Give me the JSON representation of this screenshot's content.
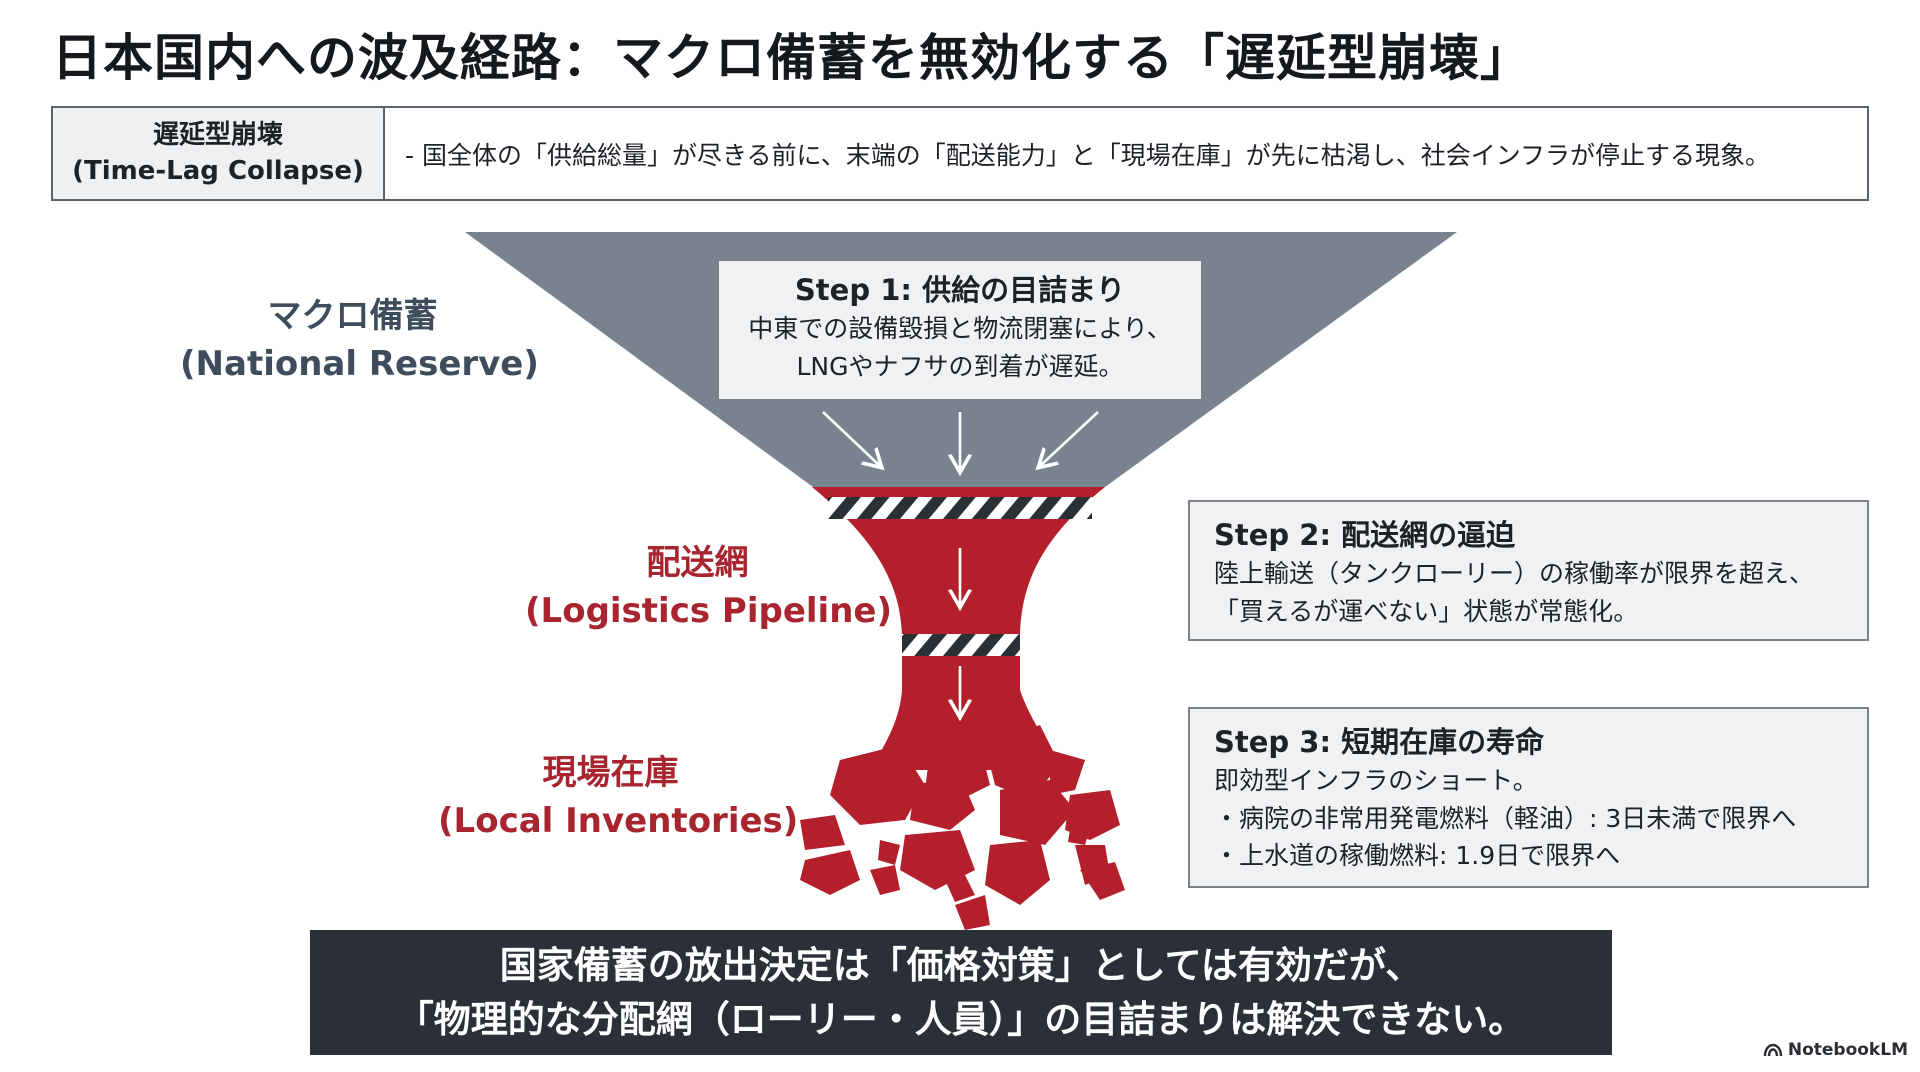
{
  "title": "日本国内への波及経路：マクロ備蓄を無効化する「遅延型崩壊」",
  "definition": {
    "term_ja": "遅延型崩壊",
    "term_en": "(Time-Lag Collapse)",
    "text": "- 国全体の「供給総量」が尽きる前に、末端の「配送能力」と「現場在庫」が先に枯渇し、社会インフラが停止する現象。"
  },
  "stages": {
    "macro": {
      "ja": "マクロ備蓄",
      "en": "(National Reserve)"
    },
    "logistics": {
      "ja": "配送網",
      "en": "(Logistics Pipeline)"
    },
    "local": {
      "ja": "現場在庫",
      "en": "(Local Inventories)"
    }
  },
  "steps": {
    "step1": {
      "title": "Step 1: 供給の目詰まり",
      "lines": [
        "中東での設備毀損と物流閉塞により、",
        "LNGやナフサの到着が遅延。"
      ]
    },
    "step2": {
      "title": "Step 2: 配送網の逼迫",
      "lines": [
        "陸上輸送（タンクローリー）の稼働率が限界を超え、",
        "「買えるが運べない」状態が常態化。"
      ]
    },
    "step3": {
      "title": "Step 3: 短期在庫の寿命",
      "lines": [
        "即効型インフラのショート。",
        "・病院の非常用発電燃料（軽油）: 3日未満で限界へ",
        "・上水道の稼働燃料: 1.9日で限界へ"
      ]
    }
  },
  "conclusion": {
    "line1": "国家備蓄の放出決定は「価格対策」としては有効だが、",
    "line2": "「物理的な分配網（ローリー・人員）」の目詰まりは解決できない。"
  },
  "brand": "NotebookLM",
  "colors": {
    "funnel_top": "#78838f",
    "pipeline_red": "#b3202c",
    "panel_bg": "#f0f1f3",
    "banner_bg": "#2b3038"
  }
}
